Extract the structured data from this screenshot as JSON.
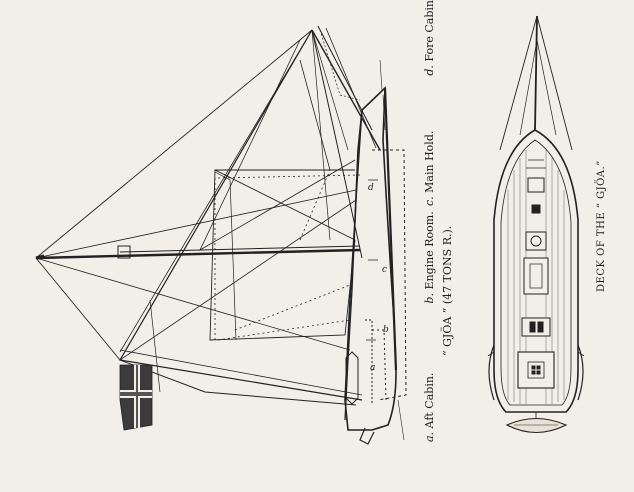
{
  "legend": {
    "a": {
      "letter": "a.",
      "text": "Aft Cabin."
    },
    "b": {
      "letter": "b.",
      "text": "Engine Room."
    },
    "c": {
      "letter": "c.",
      "text": "Main Hold."
    },
    "d": {
      "letter": "d.",
      "text": "Fore Cabin."
    }
  },
  "vessel_caption": "“ GJÖA ” (47 TONS R.).",
  "deck_caption": "DECK OF THE “ GJÖA.”",
  "plan_labels": {
    "a": "a",
    "b": "b",
    "c": "c",
    "d": "d"
  }
}
